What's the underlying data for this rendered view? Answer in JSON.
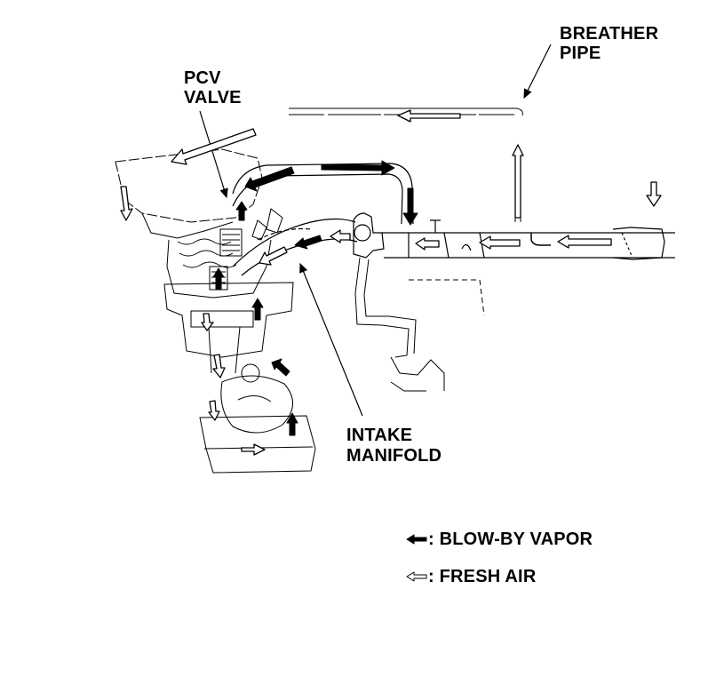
{
  "labels": {
    "breather_line1": "BREATHER",
    "breather_line2": "PIPE",
    "pcv_line1": "PCV",
    "pcv_line2": "VALVE",
    "intake_line1": "INTAKE",
    "intake_line2": "MANIFOLD"
  },
  "legend": {
    "blow_by": ": BLOW-BY VAPOR",
    "fresh_air": ": FRESH AIR"
  },
  "colors": {
    "ink": "#000000",
    "background": "#ffffff"
  }
}
